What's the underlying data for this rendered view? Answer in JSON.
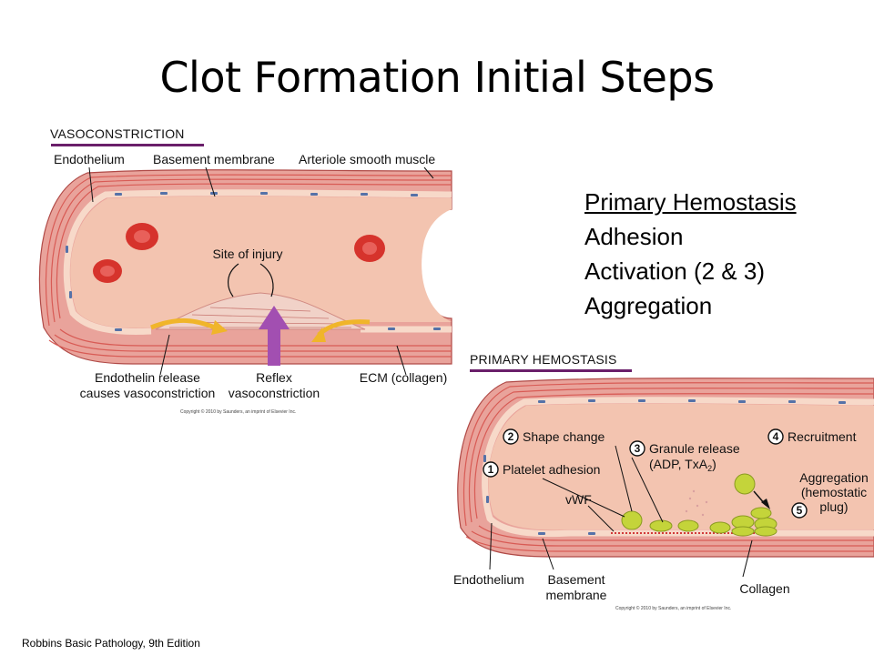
{
  "title": "Clot Formation Initial Steps",
  "vasoconstriction": {
    "header": "VASOCONSTRICTION",
    "labels": {
      "endothelium": "Endothelium",
      "basement_membrane": "Basement membrane",
      "arteriole_smooth_muscle": "Arteriole smooth muscle",
      "site_of_injury": "Site of injury",
      "endothelin_line1": "Endothelin release",
      "endothelin_line2": "causes vasoconstriction",
      "reflex_line1": "Reflex",
      "reflex_line2": "vasoconstriction",
      "ecm": "ECM (collagen)"
    },
    "copyright": "Copyright © 2010 by Saunders, an imprint of Elsevier Inc."
  },
  "steps": {
    "heading": "Primary Hemostasis",
    "items": [
      "Adhesion",
      "Activation  (2 & 3)",
      "Aggregation"
    ]
  },
  "primary_hemostasis": {
    "header": "PRIMARY HEMOSTASIS",
    "labels": {
      "step1": "1",
      "platelet_adhesion": "Platelet adhesion",
      "step2": "2",
      "shape_change": "Shape change",
      "step3": "3",
      "granule_line1": "Granule release",
      "granule_line2": "(ADP, TxA",
      "granule_sub": "2",
      "granule_end": ")",
      "step4": "4",
      "recruitment": "Recruitment",
      "aggregation_line1": "Aggregation",
      "aggregation_line2": "(hemostatic",
      "aggregation_line3": "plug)",
      "step5": "5",
      "vwf": "vWF",
      "endothelium": "Endothelium",
      "basement_line1": "Basement",
      "basement_line2": "membrane",
      "collagen": "Collagen"
    },
    "copyright": "Copyright © 2010 by Saunders, an imprint of Elsevier Inc."
  },
  "citation": "Robbins Basic Pathology, 9th Edition",
  "colors": {
    "vessel_wall": "#e9a39b",
    "lumen": "#f3c4b0",
    "muscle_line": "#d85b55",
    "endothelial_cell": "#f7d9c9",
    "nucleus": "#5572a8",
    "rbc": "#d6332c",
    "header_rule": "#6a1f6a",
    "arrow_yellow": "#f0b52a",
    "arrow_purple": "#a24fb1",
    "platelet": "#c4d43a"
  }
}
